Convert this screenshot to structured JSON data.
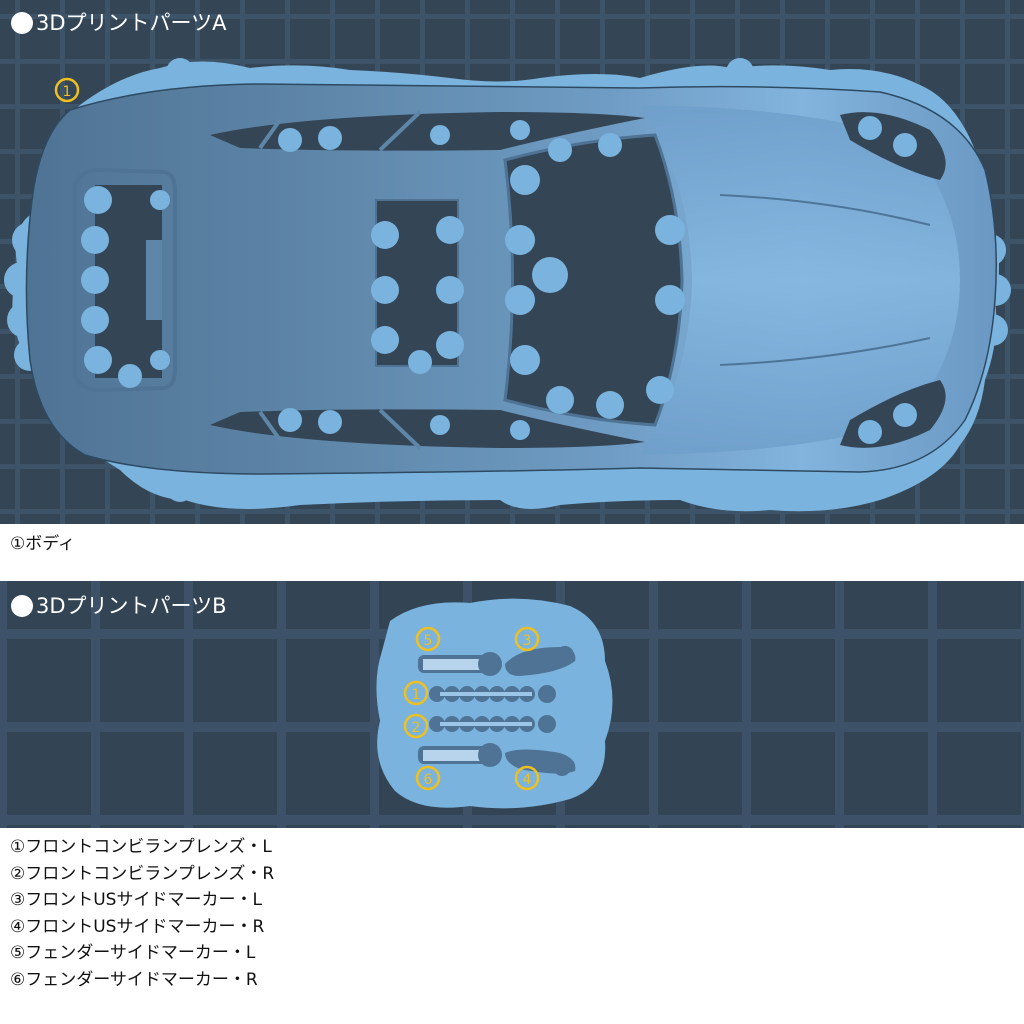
{
  "panel_a": {
    "title": "3Dプリントパーツ",
    "title_suffix": "A",
    "badge": "1",
    "caption": "①ボディ"
  },
  "panel_b": {
    "title": "3Dプリントパーツ",
    "title_suffix": "B",
    "badges": [
      "5",
      "3",
      "1",
      "2",
      "6",
      "4"
    ],
    "parts": [
      "①フロントコンビランプレンズ・L",
      "②フロントコンビランプレンズ・R",
      "③フロントUSサイドマーカー・L",
      "④フロントUSサイドマーカー・R",
      "⑤フェンダーサイドマーカー・L",
      "⑥フェンダーサイドマーカー・R"
    ]
  },
  "colors": {
    "grid_cell": "#344656",
    "grid_line": "#3d5367",
    "support_raft": "#7ab3dd",
    "part_body": "#5e86a8",
    "part_highlight": "#82b4de",
    "badge_ring": "#f0c020"
  }
}
